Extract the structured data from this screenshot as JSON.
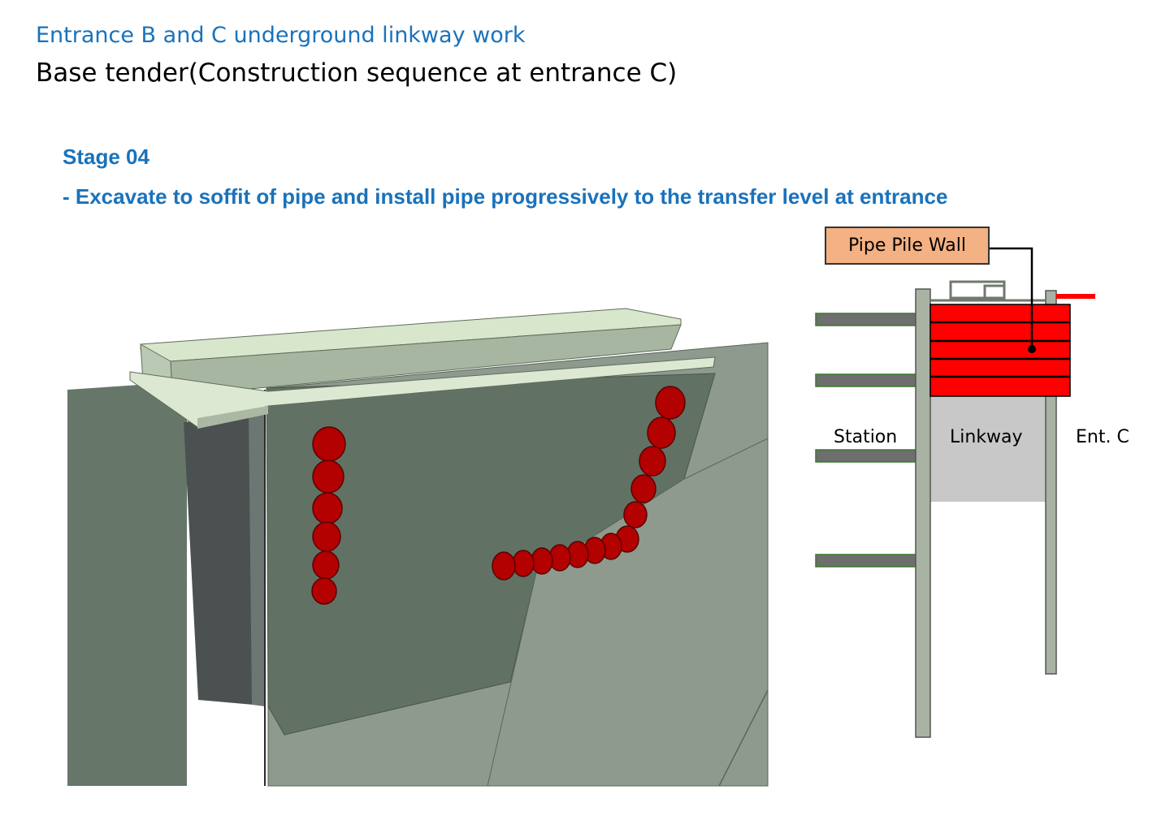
{
  "header": {
    "title": "Entrance B and C underground linkway work",
    "subtitle": "Base tender(Construction sequence at entrance C)"
  },
  "stage": {
    "name": "Stage 04",
    "description": "- Excavate to soffit of pipe and install pipe progressively to the transfer level at entrance"
  },
  "section": {
    "callout": "Pipe Pile Wall",
    "labels": {
      "left": "Station",
      "middle": "Linkway",
      "right": "Ent. C"
    }
  },
  "colors": {
    "title_blue": "#1a72bb",
    "pipe_red": "#ff0000",
    "pipe_3d_red": "#b00000",
    "wall_green": "#a8b3a4",
    "linkway_grey": "#c8c8c8",
    "callout_fill": "#f4b183"
  }
}
